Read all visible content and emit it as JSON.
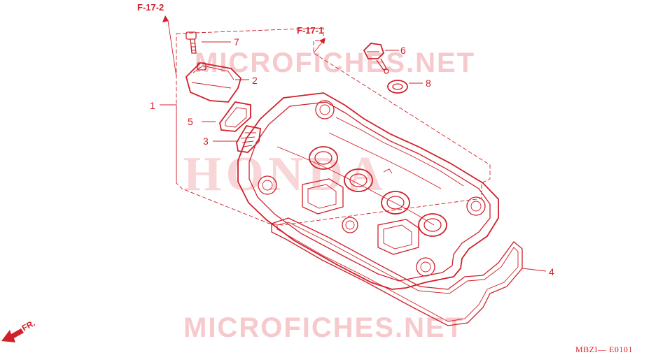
{
  "watermarks": {
    "brand": "HONDA",
    "site_top": "MICROFICHES.NET",
    "site_bottom": "MICROFICHES.NET"
  },
  "references": {
    "f17_2": "F-17-2",
    "f17_1": "F-17-1"
  },
  "callouts": {
    "c1": "1",
    "c2": "2",
    "c3": "3",
    "c4": "4",
    "c5": "5",
    "c6": "6",
    "c7": "7",
    "c8": "8"
  },
  "direction": {
    "label": "FR."
  },
  "figure_code": "MBZI— E0101",
  "colors": {
    "ink": "#d0202a",
    "watermark": "#f6c9cc",
    "background": "#ffffff"
  }
}
